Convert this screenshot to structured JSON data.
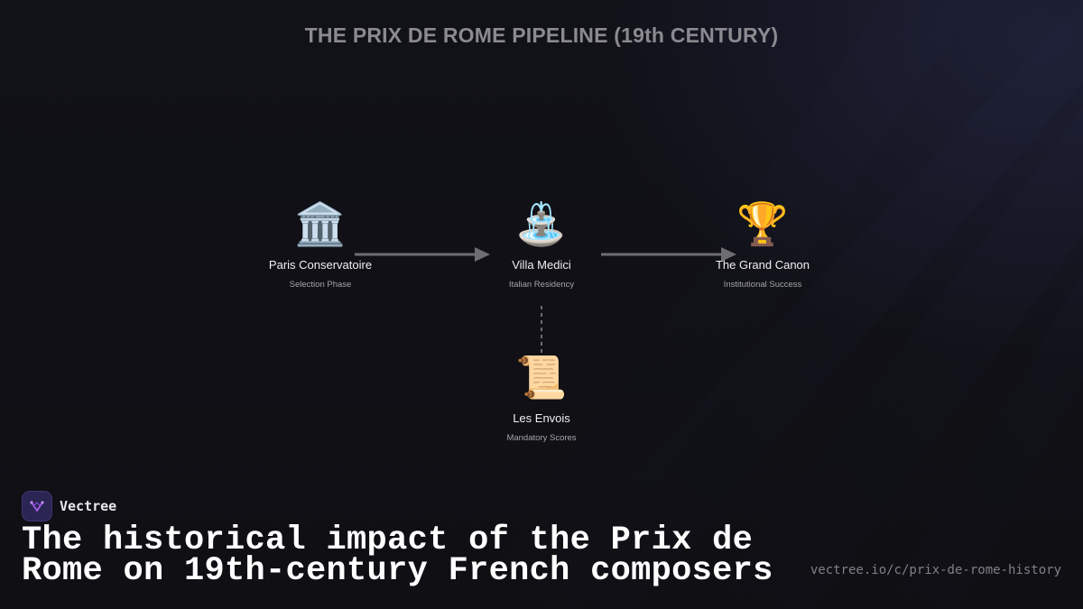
{
  "title": "THE PRIX DE ROME PIPELINE (19th CENTURY)",
  "nodes": [
    {
      "id": "conservatoire",
      "icon": "classical-building-icon",
      "glyph": "🏛️",
      "label": "Paris Conservatoire",
      "sub": "Selection Phase"
    },
    {
      "id": "villa",
      "icon": "fountain-icon",
      "glyph": "⛲",
      "label": "Villa Medici",
      "sub": "Italian Residency"
    },
    {
      "id": "canon",
      "icon": "trophy-icon",
      "glyph": "🏆",
      "label": "The Grand Canon",
      "sub": "Institutional Success"
    },
    {
      "id": "envois",
      "icon": "scroll-icon",
      "glyph": "📜",
      "label": "Les Envois",
      "sub": "Mandatory Scores"
    }
  ],
  "edges": [
    {
      "from": "conservatoire",
      "to": "villa",
      "style": "solid-arrow"
    },
    {
      "from": "villa",
      "to": "canon",
      "style": "solid-arrow"
    },
    {
      "from": "villa",
      "to": "envois",
      "style": "dashed"
    }
  ],
  "brand": {
    "name": "Vectree",
    "logo": "vectree-logo-icon"
  },
  "headline": "The historical impact of the Prix de Rome on 19th-century French composers",
  "url": "vectree.io/c/prix-de-rome-history",
  "colors": {
    "background": "#101016",
    "title": "#8a8a90",
    "connector": "#6e6e72",
    "brand_logo_bg": "#2a2552",
    "brand_logo_mark": "#a05ae0"
  }
}
